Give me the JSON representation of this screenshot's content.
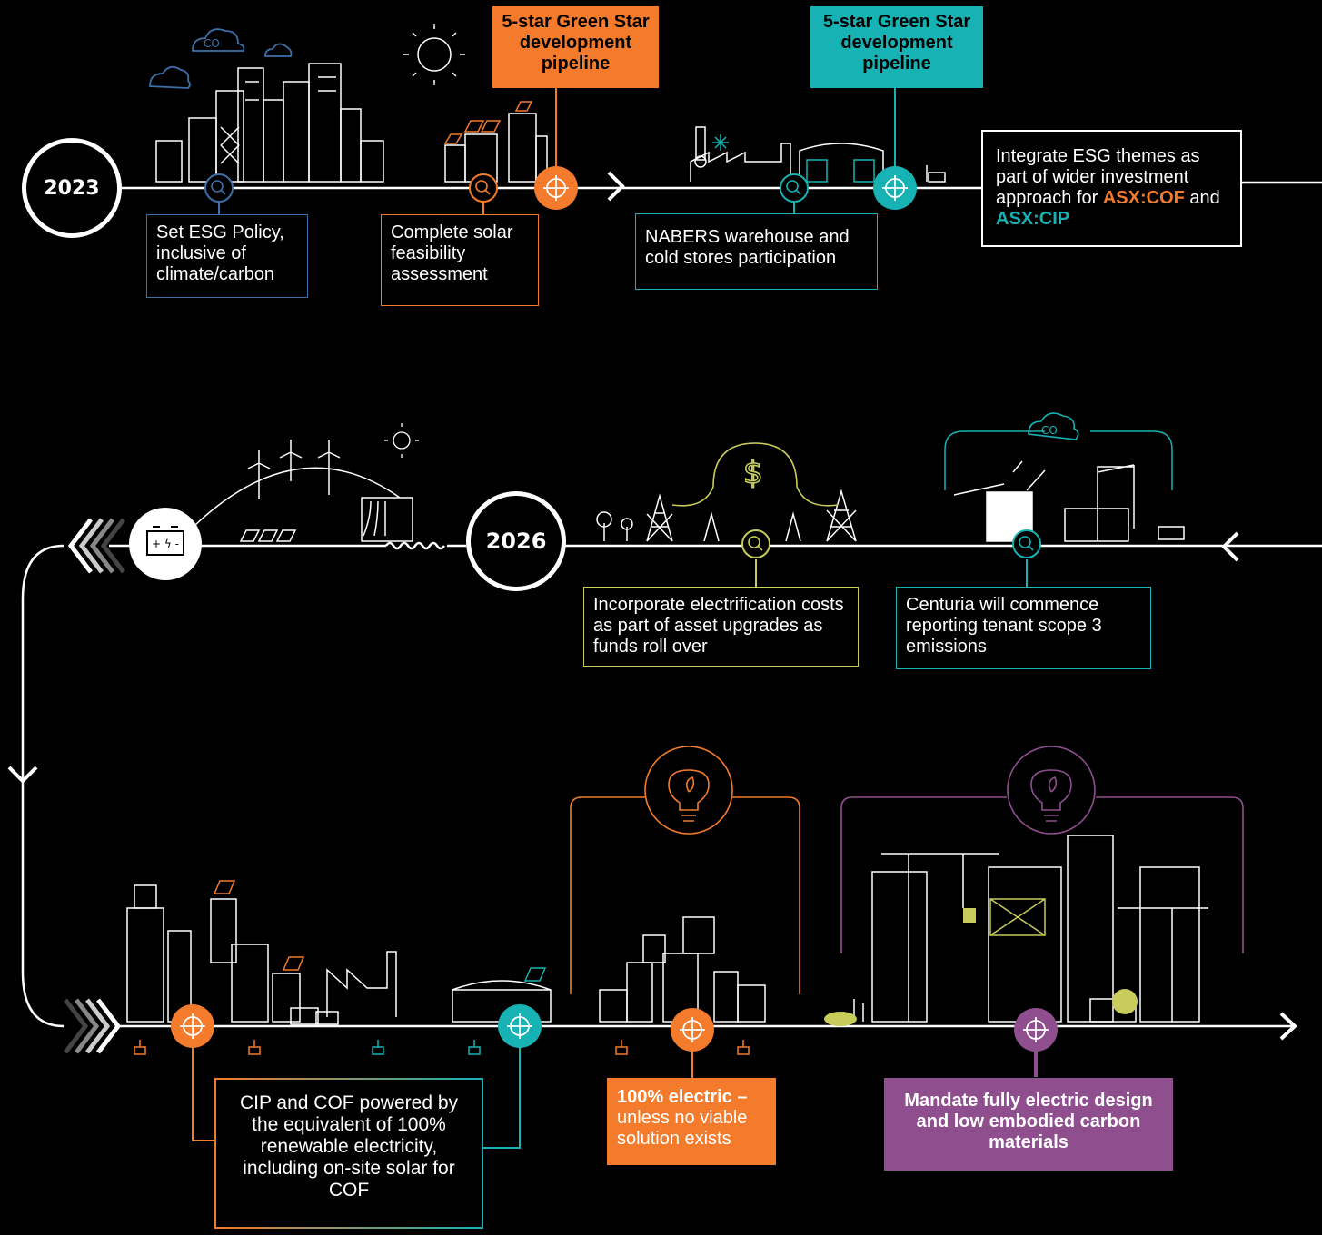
{
  "colors": {
    "orange": "#f37b2b",
    "teal": "#16b2b4",
    "blue": "#3e6fa8",
    "olive": "#c8cc5a",
    "purple": "#8f4f8f",
    "white": "#ffffff",
    "background": "#000000"
  },
  "years": {
    "first": "2023",
    "second": "2026"
  },
  "top_row": {
    "callout_orange": "5-star Green Star development pipeline",
    "callout_teal": "5-star Green Star development pipeline",
    "esg_policy": "Set ESG Policy, inclusive of climate/carbon",
    "solar_assessment": "Complete solar feasibility assessment",
    "nabers": "NABERS warehouse and cold stores participation",
    "integrate_text": "Integrate ESG themes as part of wider investment approach for",
    "integrate_cof": "ASX:COF",
    "integrate_and": "and",
    "integrate_cip": "ASX:CIP"
  },
  "middle_row": {
    "electrification": "Incorporate electrification costs as part of asset upgrades as funds roll over",
    "scope3": "Centuria will commence reporting tenant scope 3 emissions"
  },
  "bottom_row": {
    "renewable": "CIP and COF powered by the equivalent of 100% renewable electricity, including on-site solar for COF",
    "electric_bold": "100% electric –",
    "electric_rest": "unless no viable solution exists",
    "mandate": "Mandate fully electric design and low embodied carbon materials"
  },
  "icons": [
    "co2-cloud-icon",
    "sun-icon",
    "search-icon",
    "target-icon",
    "chevron-right-icon",
    "chevron-left-icon",
    "chevron-down-icon",
    "battery-icon",
    "dollar-icon",
    "lightbulb-icon",
    "plug-icon",
    "wind-turbine-icon",
    "solar-panel-icon"
  ]
}
